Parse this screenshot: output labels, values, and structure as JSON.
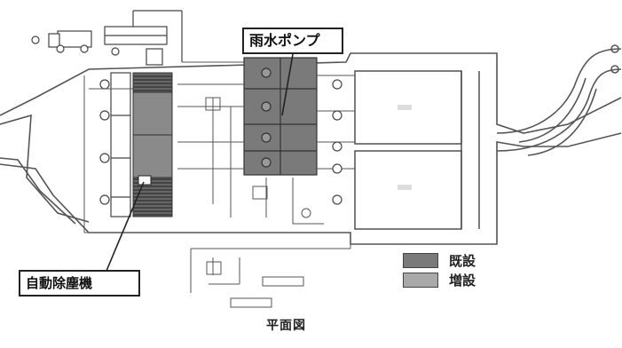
{
  "diagram": {
    "callouts": {
      "rain_pump": "雨水ポンプ",
      "auto_screen": "自動除塵機"
    },
    "legend": [
      {
        "label": "既設",
        "color": "#7a7a7a"
      },
      {
        "label": "増設",
        "color": "#a9a9a9"
      }
    ],
    "caption": "平面図"
  }
}
